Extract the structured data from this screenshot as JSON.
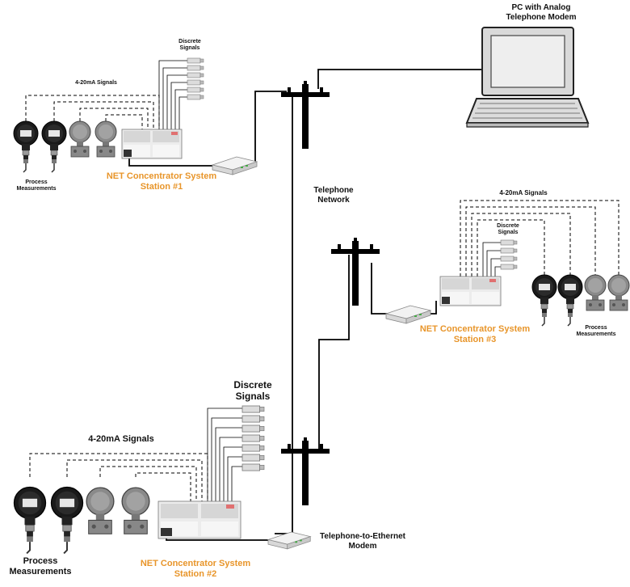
{
  "pc": {
    "label_line1": "PC with Analog",
    "label_line2": "Telephone Modem"
  },
  "network": {
    "label_line1": "Telephone",
    "label_line2": "Network"
  },
  "ethernet_modem": {
    "label_line1": "Telephone-to-Ethernet",
    "label_line2": "Modem"
  },
  "station1": {
    "title": "NET Concentrator System",
    "station": "Station #1",
    "discrete_line1": "Discrete",
    "discrete_line2": "Signals",
    "analog": "4-20mA Signals",
    "process_line1": "Process",
    "process_line2": "Measurements"
  },
  "station2": {
    "title": "NET Concentrator System",
    "station": "Station #2",
    "discrete_line1": "Discrete",
    "discrete_line2": "Signals",
    "analog": "4-20mA Signals",
    "process_line1": "Process",
    "process_line2": "Measurements"
  },
  "station3": {
    "title": "NET Concentrator System",
    "station": "Station #3",
    "discrete_line1": "Discrete",
    "discrete_line2": "Signals",
    "analog": "4-20mA Signals",
    "process_line1": "Process",
    "process_line2": "Measurements"
  },
  "colors": {
    "accent_orange": "#e8952a",
    "line": "#000000"
  }
}
